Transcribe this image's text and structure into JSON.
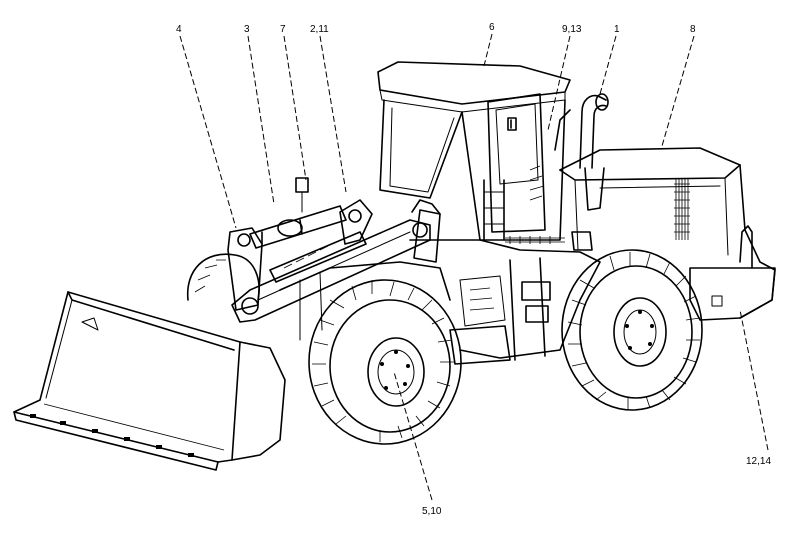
{
  "callouts": [
    {
      "id": "c4",
      "label": "4"
    },
    {
      "id": "c3",
      "label": "3"
    },
    {
      "id": "c7",
      "label": "7"
    },
    {
      "id": "c2-11",
      "label": "2,11"
    },
    {
      "id": "c6",
      "label": "6"
    },
    {
      "id": "c9-13",
      "label": "9,13"
    },
    {
      "id": "c1",
      "label": "1"
    },
    {
      "id": "c8",
      "label": "8"
    },
    {
      "id": "c12-14",
      "label": "12,14"
    },
    {
      "id": "c5-10",
      "label": "5,10"
    }
  ]
}
